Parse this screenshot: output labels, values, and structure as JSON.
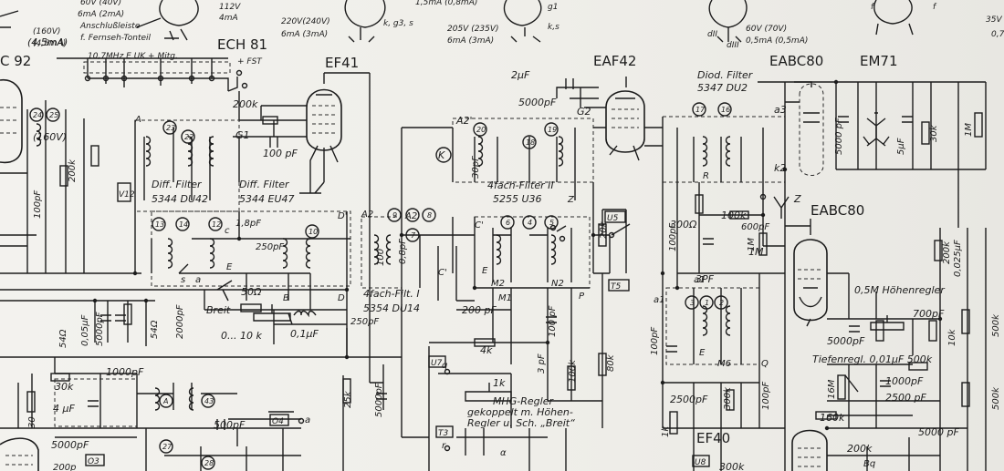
{
  "top": {
    "h1": "60V (40V)",
    "h2": "6mA (2mA)",
    "h3": "Anschlußleiste",
    "h4": "f. Fernseh-Tonteil",
    "h5": "(160V)",
    "h6": "(4,5mA)",
    "h7": "112V",
    "h8": "4mA",
    "h9": "220V(240V)",
    "h10": "6mA (3mA)",
    "h11": "1,5mA (0,8mA)",
    "h12": "205V (235V)",
    "h13": "6mA (3mA)",
    "h14": "60V (70V)",
    "h15": "0,5mA (0,5mA)",
    "h16": "35V",
    "h17": "0,7",
    "band": "10,7MHz  E   UK   +   Mitg.",
    "fst": "+ FST"
  },
  "tubes": {
    "c92": "C 92",
    "ech81": "ECH 81",
    "ef41": "EF41",
    "eaf42": "EAF42",
    "eabc80_top": "EABC80",
    "em71": "EM71",
    "eabc80_mid": "EABC80",
    "ef40": "EF40"
  },
  "labels": {
    "r200k": "200k",
    "c100pf": "100 pF",
    "g1": "G1",
    "diff1": "Diff. Filter",
    "diff1_id": "5344 DU42",
    "diff2": "Diff. Filter",
    "diff2_id": "5344 EU47",
    "c18pf": "1,8pF",
    "c250pf": "250pF",
    "r50": "50Ω",
    "breit": "Breit",
    "r010k": "0... 10 k",
    "c01uf": "0,1μF",
    "c250pf_b": "250pF",
    "filt1": "4fach-Filt. I",
    "filt1_id": "5354 DU14",
    "filt2": "4fach-Filter II",
    "filt2_id": "5255 U36",
    "c2uf": "2μF",
    "c5000pf": "5000pF",
    "diod": "Diod. Filter",
    "diod_id": "5347 DU2",
    "a2p": "A2'",
    "g2": "G2",
    "a3": "a3",
    "k2": "k2",
    "r100k": "100k",
    "r300": "300Ω",
    "c600pf": "600pF",
    "z": "Z",
    "r1m": "1M",
    "c3pf": "3PF",
    "hoehen": "0,5M Höhenregler",
    "c700pf": "700pF",
    "c5000pf_r": "5000pF",
    "tiefen": "Tiefenregl. 0,01μF 500k",
    "c1000pf_r": "1000pF",
    "c2500pf": "2500 pF",
    "r160k": "160k",
    "r200k_r": "200k",
    "c5000pf_br": "5000 pF",
    "bq": "Bq",
    "c2500pf_b": "2500pF",
    "r300k_b": "300k",
    "mhg1": "MHG-Regler",
    "mhg2": "gekoppelt m. Höhen-",
    "mhg3": "Regler u. Sch. „Breit“",
    "r1k": "1k",
    "c200pf": "200  pF",
    "r4k": "4k",
    "x4hoehen": "",
    "x4hoehen2": "",
    "c500pf": "500pF",
    "c1000pf": "1000pF",
    "r30k": "30k",
    "c4uf": "4 μF",
    "c5000pf_bl": "5000pF",
    "c200pf_bl": "200p",
    "v160": "(160V)",
    "i45": "(4,5mA)",
    "s": "s",
    "a": "a",
    "c": "c",
    "e": "E",
    "b": "B",
    "d": "D",
    "dp": "D'",
    "a_top": "A",
    "a2": "A2",
    "a2p_b": "A2'",
    "cp": "C'",
    "e2": "E",
    "m2": "M2",
    "m1": "M1",
    "n2": "N2",
    "p": "P",
    "z_mid": "Z",
    "a1": "a1",
    "a1_top": "a1",
    "e_r": "E",
    "m6": "M6",
    "q": "Q",
    "r": "R",
    "cp2": "C'",
    "q_left": "q",
    "r_bottom": "r",
    "alpha": "α",
    "a_sw": "a",
    "v100pf": "100",
    "v08pf": "0,8pF",
    "v30pf": "30pF",
    "v20k": "20k",
    "v80k": "80k",
    "v100k": "100k",
    "v3pf": "3 pF",
    "v100pf2": "100 pF",
    "v25k": "25k",
    "v5000pf": "5000pF",
    "v5402": "54Ω",
    "v005uf": "0,05μF",
    "v5000pf2": "5000pF",
    "v2000pf": "2000pF",
    "v54": "54Ω",
    "v100pf3": "100pF",
    "v200k": "200k",
    "v1k": "1k",
    "v100pf4": "100pF",
    "v1m": "1M",
    "v100pf5": "100pF",
    "v300k": "300k",
    "v100pf6": "100pF",
    "v5000pf3": "5000 pF",
    "v5uf": "5μF",
    "v30k": "30k",
    "v1m2": "1M",
    "v200k2": "200k",
    "v0025uf": "0,025μF",
    "v500k": "500k",
    "v500k2": "500k",
    "v16m": "16M",
    "v10k": "10k",
    "v30": "30"
  },
  "boxes": {
    "v12": "V12",
    "u5": "U5",
    "t5": "T5",
    "u7": "U7",
    "t3": "T3",
    "o4": "O4",
    "o3": "O3",
    "u8": "U8",
    "k": "K"
  },
  "nums": {
    "n23": "23",
    "n22": "22",
    "n13": "13",
    "n14": "14",
    "n12": "12",
    "n10": "10",
    "n9": "9",
    "n8": "8",
    "n7": "7",
    "n20": "20",
    "n18": "18",
    "n19": "19",
    "n6": "6",
    "n4": "4",
    "n5": "5",
    "n17": "17",
    "n16": "16",
    "n3": "3",
    "n1": "1",
    "n2": "2",
    "n24": "24",
    "n25": "25",
    "nA": "A",
    "n43": "43",
    "n27": "27",
    "n28": "28"
  },
  "colors": {
    "paper": "#f1f0ec",
    "ink": "#1c1c1c"
  }
}
